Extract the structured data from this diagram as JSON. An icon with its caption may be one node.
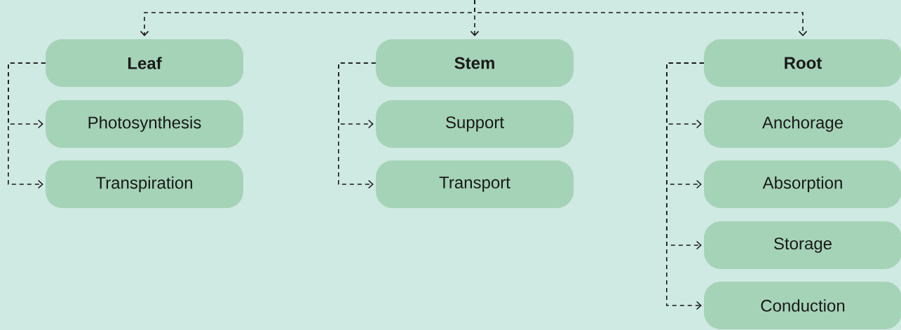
{
  "diagram": {
    "nodes": [
      {
        "text": [
          "Leaf"
        ]
      },
      {
        "text": [
          "Photosynthesis"
        ]
      },
      {
        "text": [
          "Transpiration"
        ]
      },
      {
        "text": [
          "Stem"
        ]
      },
      {
        "text": [
          "Support"
        ]
      },
      {
        "text": [
          "Transport"
        ]
      },
      {
        "text": [
          "Root"
        ]
      },
      {
        "text": [
          "Anchorage"
        ]
      },
      {
        "text": [
          "Absorption"
        ]
      },
      {
        "text": [
          "Storage"
        ]
      },
      {
        "text": [
          "Conduction"
        ]
      }
    ],
    "edges": [
      {
        "from": null,
        "to": 0,
        "arrow": "to",
        "style": "dashed"
      },
      {
        "from": null,
        "to": 3,
        "arrow": "to",
        "style": "dashed"
      },
      {
        "from": null,
        "to": 6,
        "arrow": "to",
        "style": "dashed"
      },
      {
        "from": 0,
        "to": 1,
        "arrow": "to",
        "style": "dashed"
      },
      {
        "from": 0,
        "to": 2,
        "arrow": "to",
        "style": "dashed"
      },
      {
        "from": 3,
        "to": 4,
        "arrow": "to",
        "style": "dashed"
      },
      {
        "from": 3,
        "to": 5,
        "arrow": "to",
        "style": "dashed"
      },
      {
        "from": 6,
        "to": 7,
        "arrow": "to",
        "style": "dashed"
      },
      {
        "from": 6,
        "to": 8,
        "arrow": "to",
        "style": "dashed"
      },
      {
        "from": 6,
        "to": 9,
        "arrow": "to",
        "style": "dashed"
      },
      {
        "from": 6,
        "to": 10,
        "arrow": "to",
        "style": "dashed"
      }
    ]
  }
}
